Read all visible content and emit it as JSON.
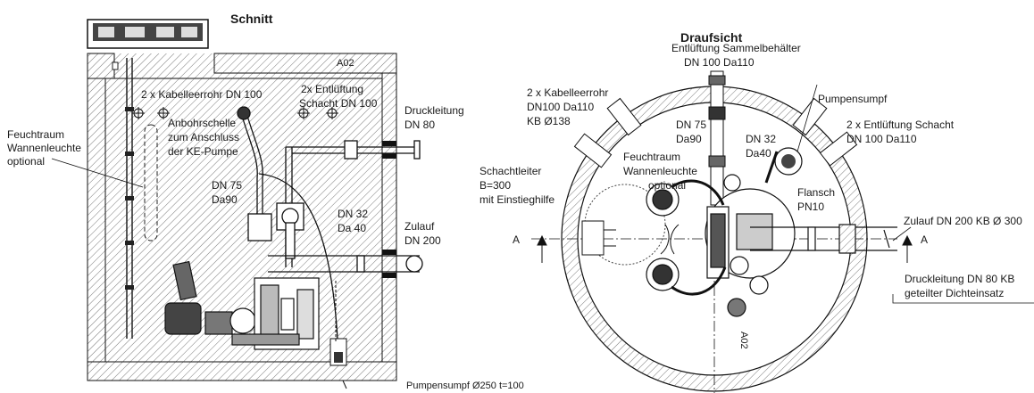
{
  "left_view": {
    "title": "Schnitt",
    "labels": {
      "a02": "A02",
      "kabelleerrohr": "2 x Kabelleerrohr DN 100",
      "entlueftung_1": "2x Entlüftung",
      "entlueftung_2": "Schacht DN 100",
      "druckleitung_1": "Druckleitung",
      "druckleitung_2": "DN 80",
      "feuchtraum_1": "Feuchtraum",
      "feuchtraum_2": "Wannenleuchte",
      "feuchtraum_3": "optional",
      "anbohr_1": "Anbohrschelle",
      "anbohr_2": "zum Anschluss",
      "anbohr_3": "der KE-Pumpe",
      "dn75_1": "DN 75",
      "dn75_2": "Da90",
      "dn32_1": "DN 32",
      "dn32_2": "Da 40",
      "zulauf_1": "Zulauf",
      "zulauf_2": "DN 200",
      "pumpensumpf": "Pumpensumpf Ø250 t=100"
    }
  },
  "right_view": {
    "title": "Draufsicht",
    "labels": {
      "entlueftung_sb_1": "Entlüftung Sammelbehälter",
      "entlueftung_sb_2": "DN 100 Da110",
      "kabel_1": "2 x Kabelleerrohr",
      "kabel_2": "DN100 Da110",
      "kabel_3": "KB Ø138",
      "dn75_1": "DN 75",
      "dn75_2": "Da90",
      "dn32_1": "DN 32",
      "dn32_2": "Da40",
      "pumpensumpf": "Pumpensumpf",
      "entl_schacht_1": "2 x Entlüftung Schacht",
      "entl_schacht_2": "DN 100 Da110",
      "schachtleiter_1": "Schachtleiter",
      "schachtleiter_2": "B=300",
      "schachtleiter_3": "mit Einstieghilfe",
      "feuchtraum_1": "Feuchtraum",
      "feuchtraum_2": "Wannenleuchte",
      "feuchtraum_3": "optional",
      "flansch_1": "Flansch",
      "flansch_2": "PN10",
      "zulauf": "Zulauf DN 200 KB Ø 300",
      "section_a_left": "A",
      "section_a_right": "A",
      "druckleitung_1": "Druckleitung DN 80 KB",
      "druckleitung_2": "geteilter Dichteinsatz",
      "a02": "A02"
    }
  }
}
